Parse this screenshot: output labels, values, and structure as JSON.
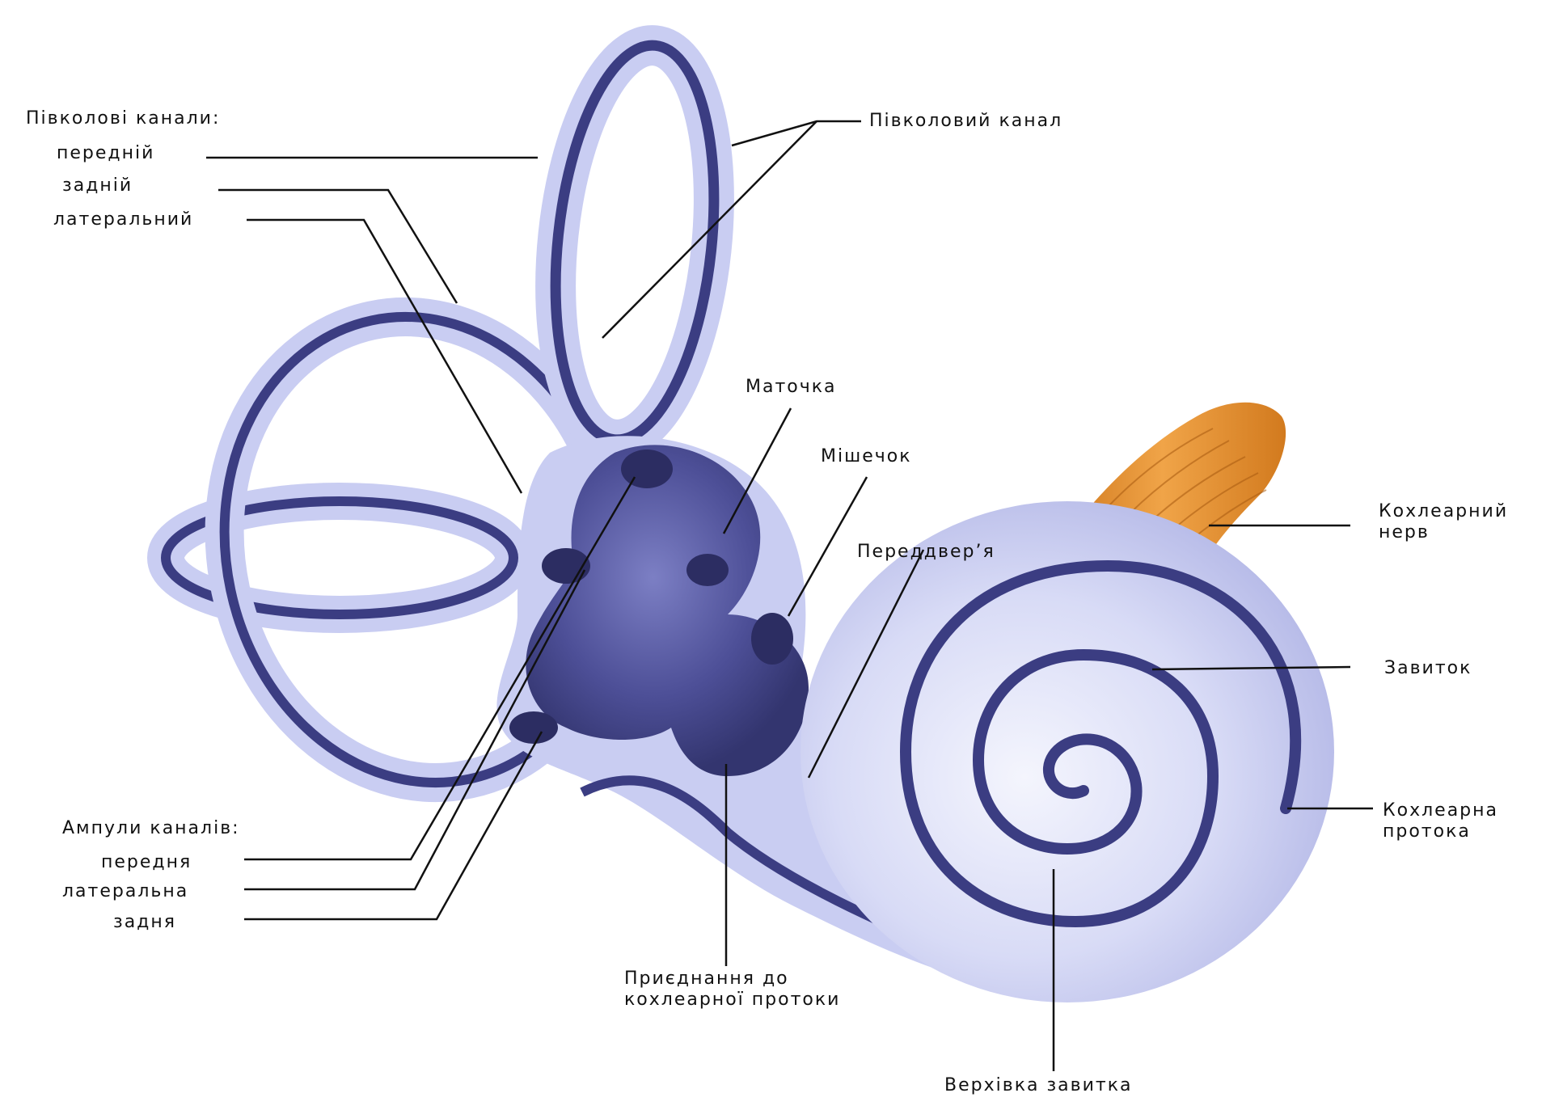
{
  "labels": {
    "semicircular_canals_title": "Півколові канали:",
    "anterior_canal": "передній",
    "posterior_canal": "задній",
    "lateral_canal": "латеральний",
    "semicircular_canal": "Півколовий канал",
    "utricle": "Маточка",
    "saccule": "Мішечок",
    "vestibule": "Переддвер’я",
    "cochlear_nerve": "Кохлеарний\nнерв",
    "cochlea": "Завиток",
    "cochlear_duct": "Кохлеарна\nпротока",
    "ampullae_title": "Ампули каналів:",
    "anterior_ampulla": "передня",
    "lateral_ampulla": "латеральна",
    "posterior_ampulla": "задня",
    "connection_to_duct": "Приєднання до\nкохлеарної протоки",
    "cochlea_apex": "Верхівка завитка"
  },
  "colors": {
    "membrane_outer": "#c9cdf2",
    "membrane_light": "#e6e8fb",
    "duct_dark": "#3b3d82",
    "vestibule_dark": "#4a4c92",
    "nerve_orange": "#e0892a",
    "leader_line": "#111111"
  }
}
